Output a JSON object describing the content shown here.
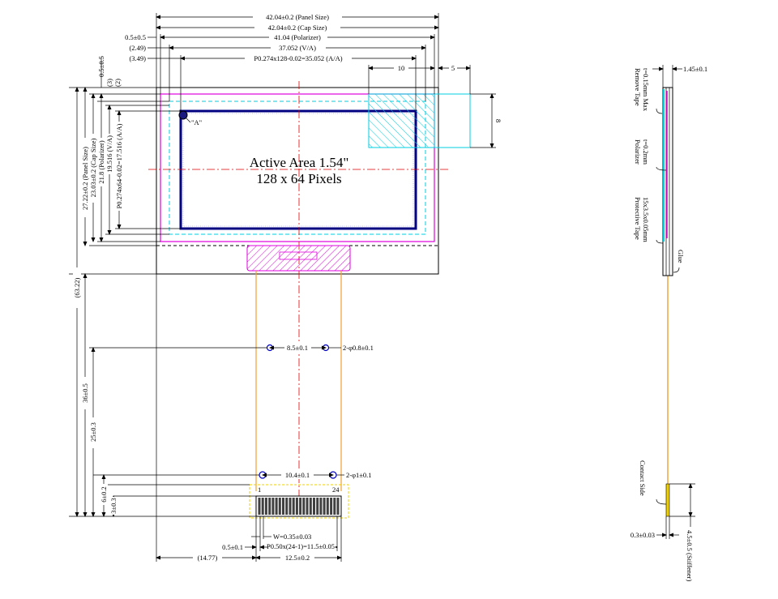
{
  "colors": {
    "outline": "#000000",
    "polarizer": "#e000e0",
    "cap": "#00cfe0",
    "active_area": "#000080",
    "fpc": "#f0a030",
    "centerline": "#e00000",
    "pin": "#f0d000",
    "holes": "#0000c0"
  },
  "front": {
    "title_line1": "Active Area 1.54\"",
    "title_line2": "128 x 64 Pixels",
    "detail_label": "\"A\"",
    "top_dims": {
      "panel_size": "42.04±0.2 (Panel Size)",
      "cap_size": "42.04±0.2 (Cap Size)",
      "polarizer_offset": "0.5±0.5",
      "polarizer": "41.04 (Polarizer)",
      "va_offset": "(2.49)",
      "va": "37.052 (V/A)",
      "aa_offset": "(3.49)",
      "aa": "P0.274x128-0.02=35.052 (A/A)",
      "cyan_width": "10",
      "cyan_offset": "5",
      "cyan_height": "8"
    },
    "left_dims": {
      "top_offset": "0.5±0.5",
      "offset_3": "(3)",
      "offset_2": "(2)",
      "aa": "P0.274x64-0.02=17.516 (A/A)",
      "va": "19.516 (V/A)",
      "polarizer": "21.8 (Polarizer)",
      "cap": "23.03±0.2 (Cap Size)",
      "panel": "27.22±0.2 (Panel Size)",
      "total": "(63.22)",
      "fpc_len": "36±0.5",
      "hole_pos": "25±0.3",
      "stiff_1": "6±0.2",
      "stiff_2": "3±0.3"
    },
    "holes_top": {
      "spacing": "8.5±0.1",
      "dia": "2-φ0.8±0.1"
    },
    "holes_bottom": {
      "spacing": "10.4±0.1",
      "dia": "2-φ1±0.1"
    },
    "pins": {
      "first": "1",
      "last": "24",
      "count": 24
    },
    "bottom_dims": {
      "width": "W=0.35±0.03",
      "edge": "0.5±0.1",
      "pitch": "P0.50x(24-1)=11.5±0.05",
      "offset": "(14.77)",
      "fpc_width": "12.5±0.2"
    }
  },
  "side": {
    "thickness": "1.45±0.1",
    "remove_tape_1": "Remove Tape",
    "remove_tape_2": "t=0.15mm Max",
    "polarizer_1": "Polarizer",
    "polarizer_2": "t=0.2mm",
    "protective_1": "Protective Tape",
    "protective_2": "15x3.5x0.05mm",
    "glue": "Glue",
    "contact": "Contact Side",
    "fpc_thick": "0.3±0.03",
    "stiffener": "4.5±0.5 (Stiffener)"
  }
}
